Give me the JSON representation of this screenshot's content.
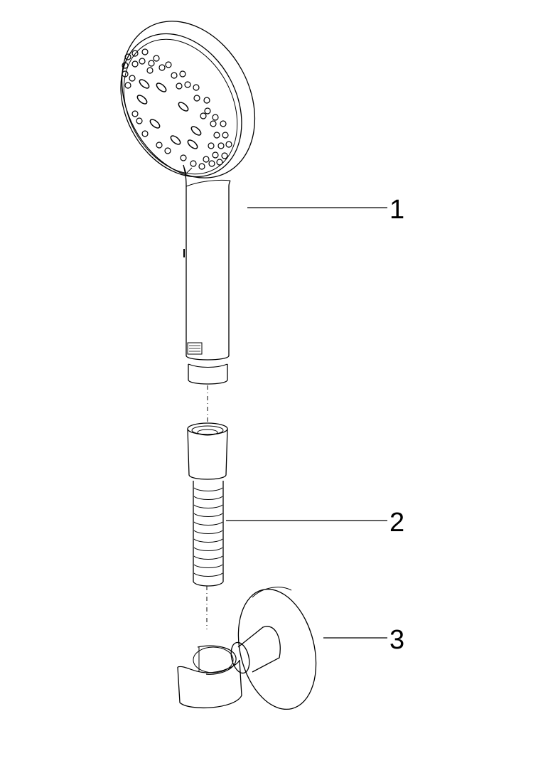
{
  "diagram": {
    "type": "exploded-parts-view",
    "subject": "hand shower set",
    "line_color": "#000000",
    "background": "#ffffff",
    "parts": [
      {
        "number": "1",
        "name": "hand-shower"
      },
      {
        "number": "2",
        "name": "shower-hose"
      },
      {
        "number": "3",
        "name": "wall-holder"
      }
    ]
  }
}
